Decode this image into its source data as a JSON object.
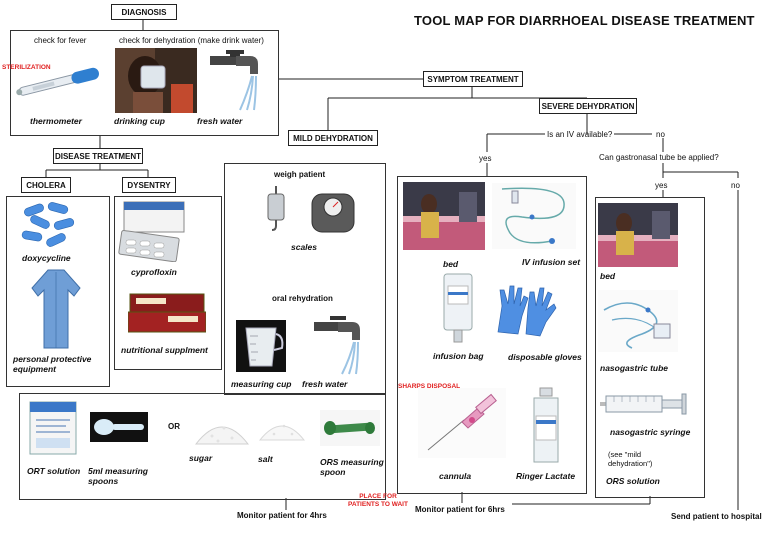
{
  "title": "TOOL MAP FOR DIARRHOEAL DISEASE TREATMENT",
  "colors": {
    "line": "#222222",
    "red": "#e02020",
    "blue": "#3b78c8"
  },
  "diagnosis": {
    "label": "DIAGNOSIS",
    "fever_note": "check for fever",
    "dehydration_note": "check for dehydration (make drink water)",
    "sterilization": "STERILIZATION",
    "items": [
      "thermometer",
      "drinking cup",
      "fresh water"
    ]
  },
  "symptom_treatment": "SYMPTOM TREATMENT",
  "disease_treatment": {
    "label": "DISEASE TREATMENT",
    "cholera": {
      "label": "CHOLERA",
      "items": [
        "doxycycline",
        "personal protective equipment"
      ]
    },
    "dysentry": {
      "label": "DYSENTRY",
      "items": [
        "cyprofloxin",
        "nutritional supplment"
      ]
    }
  },
  "mild": {
    "label": "MILD DEHYDRATION",
    "weigh": "weigh patient",
    "scales": "scales",
    "oral": "oral rehydration",
    "measuring_cup": "measuring cup",
    "fresh_water": "fresh water",
    "ort": "ORT solution",
    "spoons": "5ml measuring spoons",
    "or": "OR",
    "sugar": "sugar",
    "salt": "salt",
    "ors_spoon": "ORS measuring spoon"
  },
  "severe": {
    "label": "SEVERE DEHYDRATION",
    "iv_question": "Is an IV available?",
    "no1": "no",
    "yes1": "yes",
    "gastro_question": "Can gastronasal tube be applied?",
    "yes2": "yes",
    "no2": "no",
    "iv_items": [
      "bed",
      "IV infusion set",
      "infusion bag",
      "disposable gloves",
      "cannula",
      "Ringer Lactate"
    ],
    "sharps": "SHARPS DISPOSAL",
    "tube_items": [
      "bed",
      "nasogastric tube",
      "nasogastric syringe",
      "ORS solution"
    ],
    "see_mild": "(see \"mild dehydration\")"
  },
  "footer": {
    "monitor4": "Monitor patient for 4hrs",
    "wait": "PLACE FOR PATIENTS TO WAIT",
    "monitor6": "Monitor patient for 6hrs",
    "hospital": "Send patient to hospital"
  }
}
